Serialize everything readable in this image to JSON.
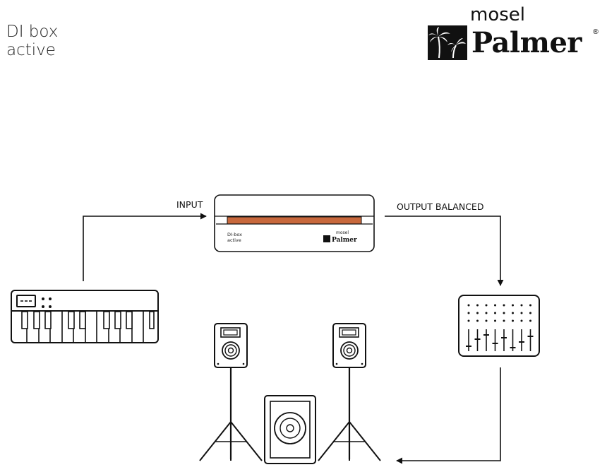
{
  "header": {
    "title_line1": "DI box",
    "title_line2": "active"
  },
  "brand": {
    "top": "mosel",
    "main": "Palmer",
    "registered": "®"
  },
  "labels": {
    "input": "INPUT",
    "output": "OUTPUT BALANCED"
  },
  "device": {
    "name_line1": "DI-box",
    "name_line2": "active",
    "brand_top": "mosel",
    "brand_main": "Palmer",
    "accent_color": "#c8683c"
  },
  "icons": [
    "keyboard-icon",
    "mixer-icon",
    "monitor-speaker-icon",
    "subwoofer-icon",
    "palm-tree-logo-icon"
  ]
}
